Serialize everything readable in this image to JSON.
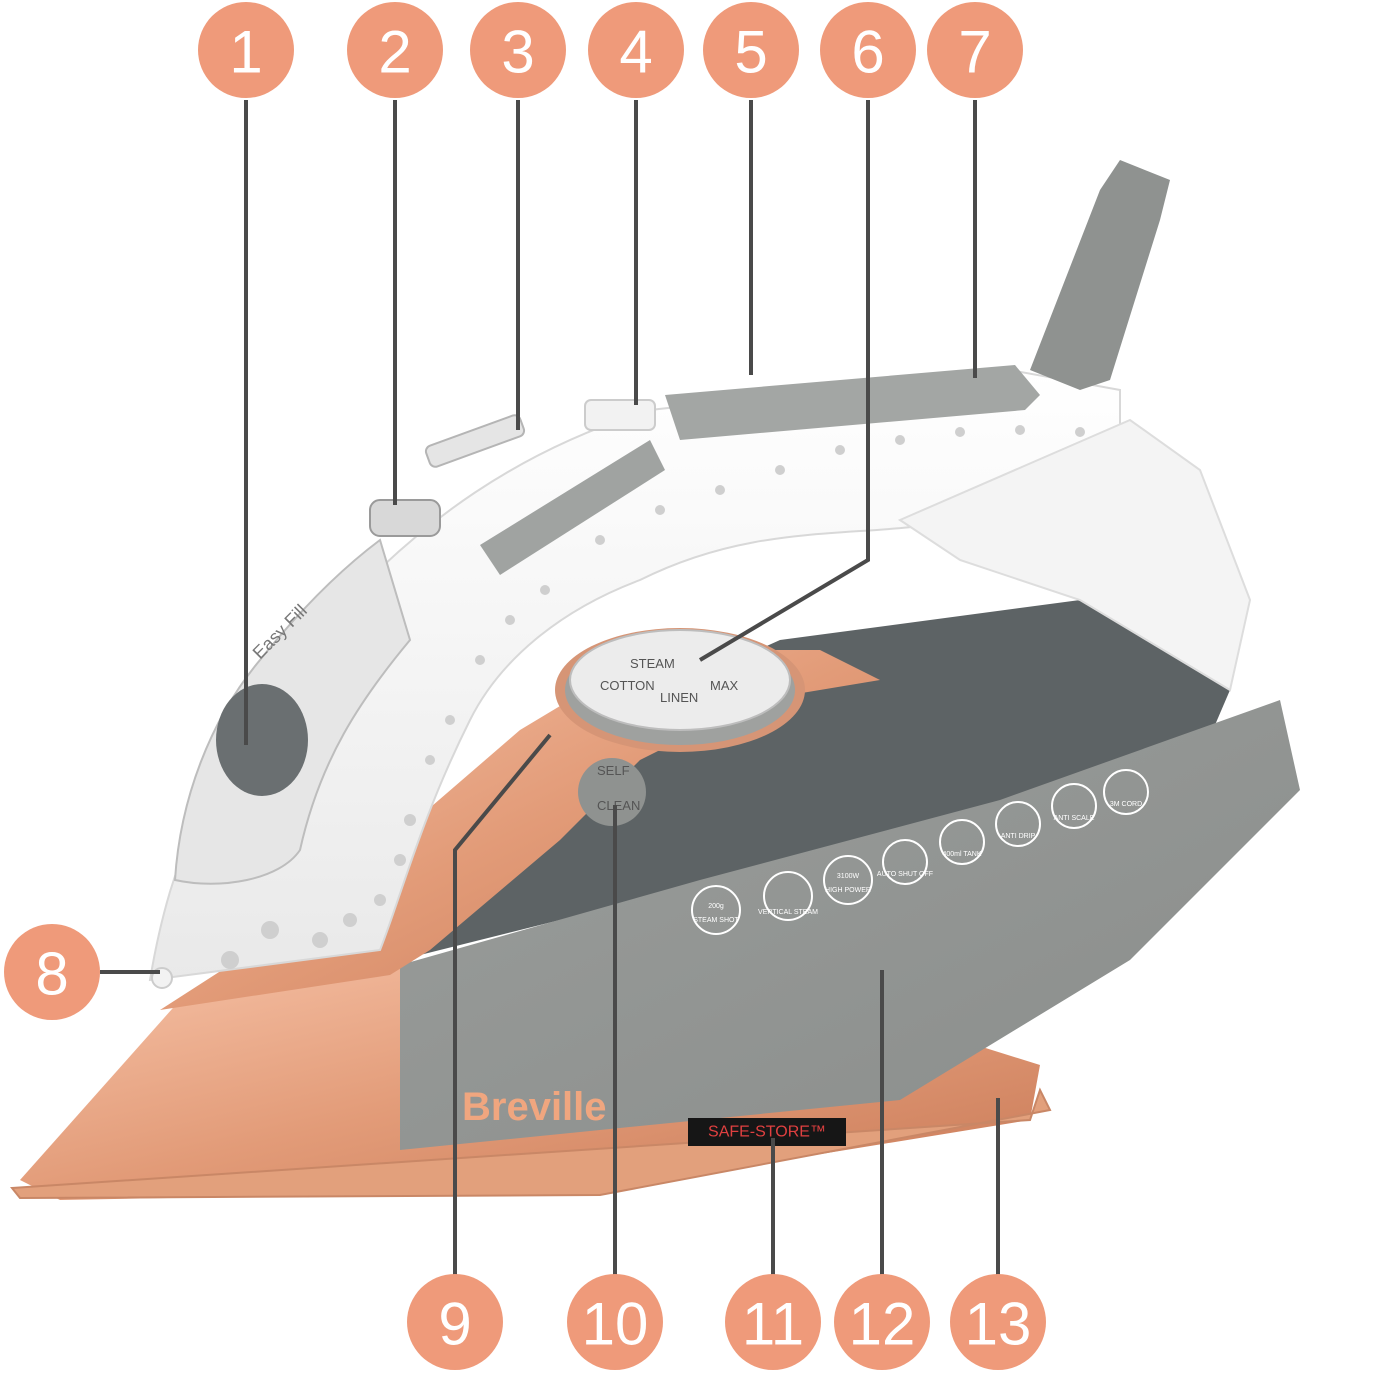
{
  "brand": "Breville",
  "safe_store": "SAFE-STORE™",
  "easy_fill": "Easy Fill",
  "dial": {
    "labels": [
      "COTTON",
      "STEAM",
      "LINEN",
      "MAX"
    ]
  },
  "panel_icons": [
    {
      "name": "steam-shot-icon",
      "label": "STEAM SHOT",
      "value": "200g"
    },
    {
      "name": "vertical-steam-icon",
      "label": "VERTICAL STEAM",
      "value": ""
    },
    {
      "name": "power-icon",
      "label": "HIGH POWER",
      "value": "3100W"
    },
    {
      "name": "auto-shut-off-icon",
      "label": "AUTO SHUT OFF",
      "value": ""
    },
    {
      "name": "water-tank-icon",
      "label": "400ml TANK",
      "value": ""
    },
    {
      "name": "anti-drip-icon",
      "label": "ANTI DRIP",
      "value": ""
    },
    {
      "name": "anti-scale-icon",
      "label": "ANTI SCALE",
      "value": ""
    },
    {
      "name": "cord-icon",
      "label": "3M CORD",
      "value": ""
    }
  ],
  "self_clean": {
    "line1": "SELF",
    "line2": "CLEAN"
  },
  "callouts": [
    "1",
    "2",
    "3",
    "4",
    "5",
    "6",
    "7",
    "8",
    "9",
    "10",
    "11",
    "12",
    "13"
  ]
}
